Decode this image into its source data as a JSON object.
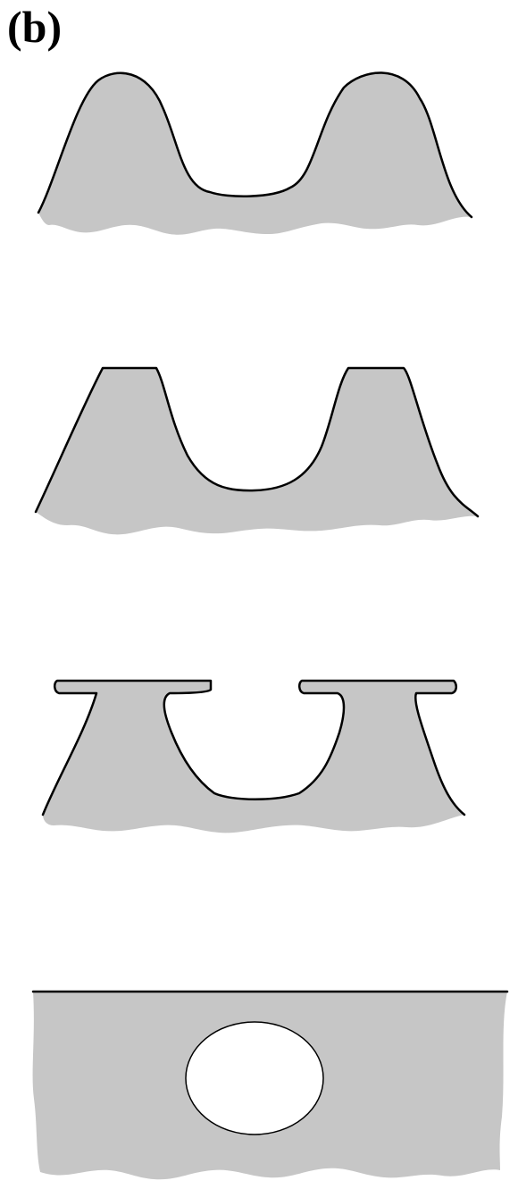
{
  "figure": {
    "panel_label": "(b)",
    "colors": {
      "fill": "#c6c6c6",
      "outline": "#000000",
      "void": "#ffffff",
      "background": "#ffffff"
    },
    "stages": [
      {
        "id": "stage-1",
        "shape": "two rounded peaks joined by a shallow valley"
      },
      {
        "id": "stage-2",
        "shape": "two flat-topped pillars joined by a U-shaped valley"
      },
      {
        "id": "stage-3",
        "shape": "pillars with overhanging flat lips nearly closing the gap"
      },
      {
        "id": "stage-4",
        "shape": "closed surface enclosing an elliptical void"
      }
    ]
  }
}
